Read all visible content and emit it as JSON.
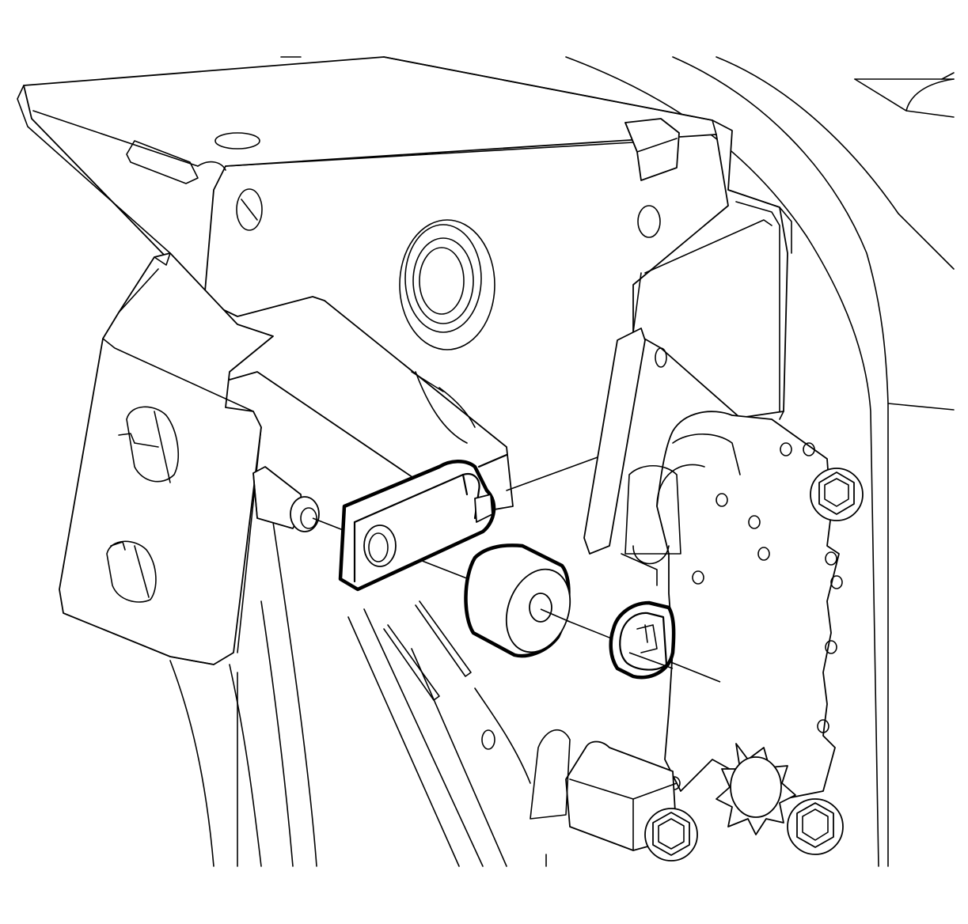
{
  "figure": {
    "background": "#ffffff",
    "line_color": "#000000",
    "parts": [
      {
        "id": "pedal-bracket",
        "icon": "bracket-shape"
      },
      {
        "id": "pedal-arm",
        "icon": "arm-shape"
      },
      {
        "id": "pivot-pin",
        "icon": "pin-shape"
      },
      {
        "id": "pushrod-clevis",
        "icon": "clevis-shape",
        "highlighted": true
      },
      {
        "id": "bushing",
        "icon": "bushing-shape",
        "highlighted": true
      },
      {
        "id": "retainer-clip",
        "icon": "clip-shape",
        "highlighted": true
      },
      {
        "id": "brake-booster-switch-assembly",
        "icon": "actuator-shape"
      },
      {
        "id": "mounting-nut-upper",
        "icon": "hex-nut-icon"
      },
      {
        "id": "mounting-nut-lower",
        "icon": "hex-nut-icon"
      },
      {
        "id": "mounting-nut-bottom-left",
        "icon": "hex-nut-icon"
      },
      {
        "id": "dash-panel",
        "icon": "panel-shape"
      }
    ]
  }
}
